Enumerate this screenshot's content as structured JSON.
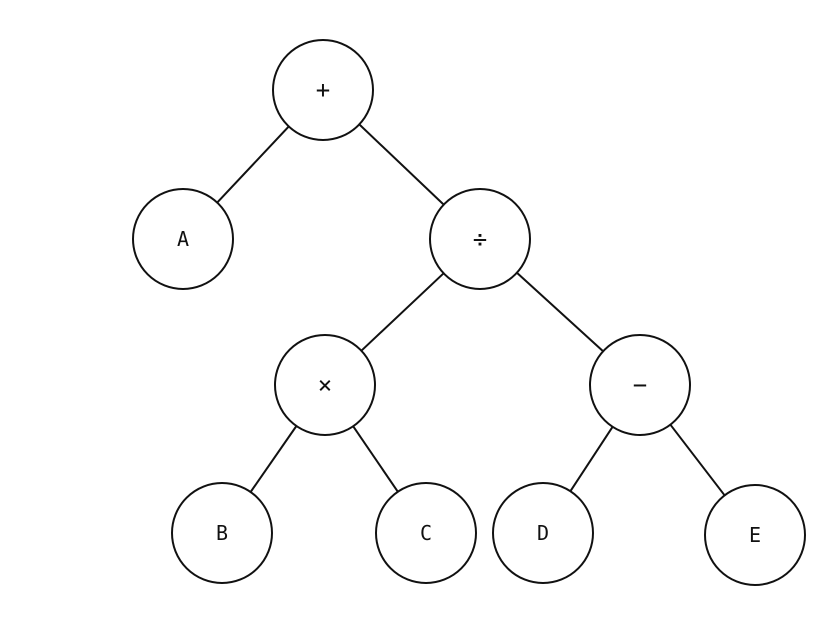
{
  "diagram": {
    "nodes": {
      "root": {
        "label": "+"
      },
      "a": {
        "label": "A"
      },
      "divide": {
        "label": "÷"
      },
      "multiply": {
        "label": "×"
      },
      "minus": {
        "label": "−"
      },
      "b": {
        "label": "B"
      },
      "c": {
        "label": "C"
      },
      "d": {
        "label": "D"
      },
      "e": {
        "label": "E"
      }
    },
    "edges": [
      {
        "from": "root",
        "to": "a"
      },
      {
        "from": "root",
        "to": "divide"
      },
      {
        "from": "divide",
        "to": "multiply"
      },
      {
        "from": "divide",
        "to": "minus"
      },
      {
        "from": "multiply",
        "to": "b"
      },
      {
        "from": "multiply",
        "to": "c"
      },
      {
        "from": "minus",
        "to": "d"
      },
      {
        "from": "minus",
        "to": "e"
      }
    ],
    "colors": {
      "stroke": "#111111",
      "fill": "#ffffff"
    }
  }
}
